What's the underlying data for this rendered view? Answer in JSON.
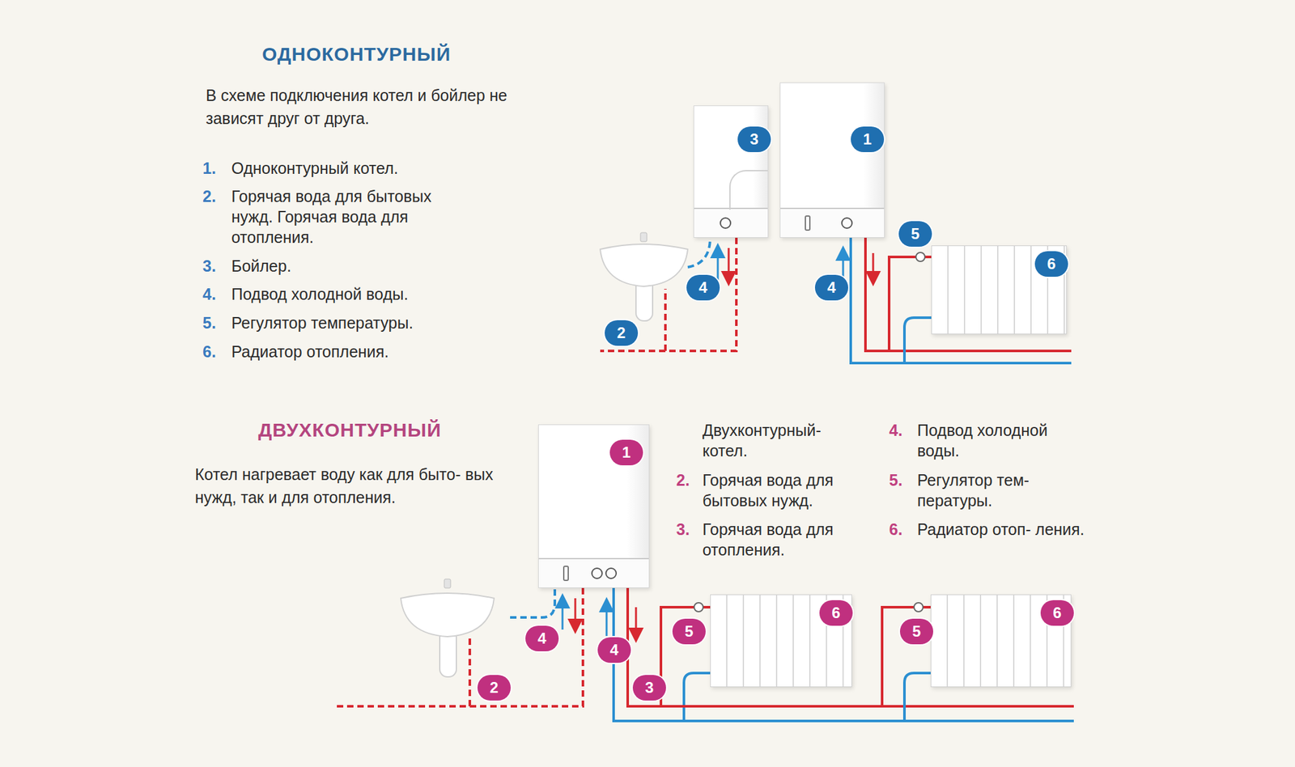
{
  "diagram": {
    "nodes": [
      {
        "text": [
          "3"
        ]
      },
      {
        "text": [
          "1"
        ]
      },
      {
        "text": [
          "6"
        ]
      },
      {
        "text": [
          "1"
        ]
      },
      {
        "text": [
          "6"
        ]
      },
      {
        "text": [
          "6"
        ]
      }
    ],
    "edges": [
      {
        "from": 1,
        "to": 2,
        "arrow": "none"
      },
      {
        "from": 3,
        "to": 4,
        "arrow": "none"
      },
      {
        "from": 3,
        "to": 5,
        "arrow": "none"
      }
    ],
    "labels": [
      "ОДНОКОНТУРНЫЙ",
      "В схеме подключения котел и бойлер не зависят друг от друга.",
      "1.",
      "Одноконтурный котел.",
      "2.",
      "Горячая вода для бытовых нужд. Горячая вода для отопления.",
      "3.",
      "Бойлер.",
      "4.",
      "Подвод холодной воды.",
      "5.",
      "Регулятор температуры.",
      "6.",
      "Радиатор отопления.",
      "5",
      "4",
      "4",
      "2",
      "ДВУХКОНТУРНЫЙ",
      "Котел нагревает воду как для быто- вых нужд, так и для отопления.",
      "Двухконтурный- котел.",
      "2.",
      "Горячая вода для бытовых нужд.",
      "3.",
      "Горячая вода для отопления.",
      "4.",
      "Подвод холодной воды.",
      "5.",
      "Регулятор тем- пературы.",
      "6.",
      "Радиатор отоп- ления.",
      "4",
      "4",
      "2",
      "5",
      "5",
      "3"
    ]
  }
}
